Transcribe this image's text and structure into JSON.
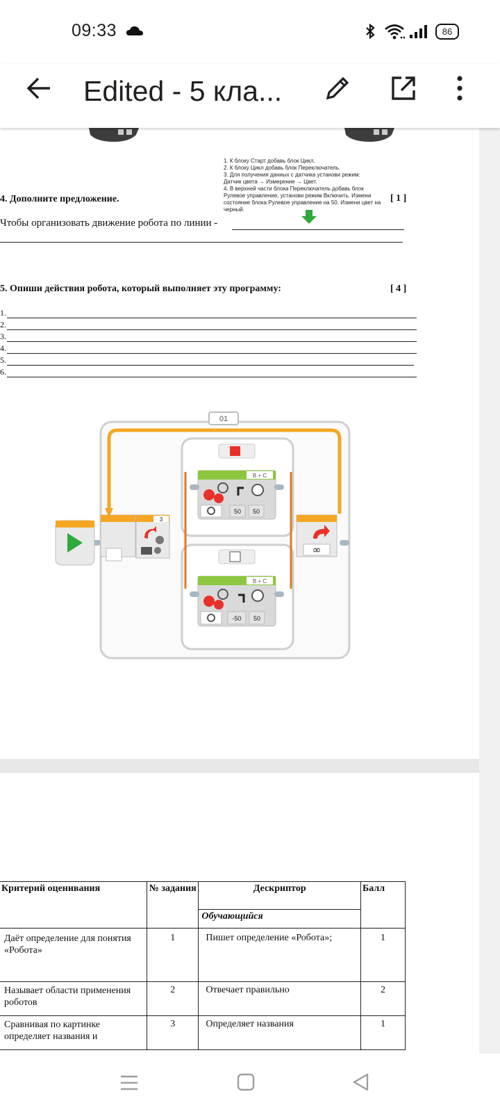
{
  "status_bar": {
    "time": "09:33",
    "battery": "86"
  },
  "app_bar": {
    "title": "Edited - 5 кла..."
  },
  "page1": {
    "instructions": [
      "1. К блоку Старт добавь блок Цикл.",
      "2. К блоку Цикл добавь блок Переключатель.",
      "3. Для получения данных с датчика установи режим:",
      "Датчик цвета → Измерение → Цвет.",
      "4. В верхней части блока Переключатель добавь блок",
      "Рулевое управление, установи режим Включить. Измени",
      "состояние блока Рулевое управление на 50. Измени цвет на",
      "черный."
    ],
    "q4_heading": "4. Дополните предложение.",
    "q4_score": "[ 1 ]",
    "q4_sentence": "Чтобы организовать движение робота по линии -",
    "q5_heading": "5. Опиши действия робота, который выполняет эту программу:",
    "q5_score": "[ 4 ]",
    "answer_lines": [
      "1.",
      "2.",
      "3.",
      "4.",
      "5.",
      "6."
    ]
  },
  "program": {
    "loop_label": "01",
    "switch_count": "3",
    "top_ports": "B + C",
    "top_steer": "50",
    "top_power": "50",
    "bottom_ports": "B + C",
    "bottom_steer": "-50",
    "bottom_power": "50",
    "loop_end_symbol": "∞",
    "colors": {
      "orange": "#f5a623",
      "orange_dark": "#e07b1c",
      "green": "#8dc63f",
      "red": "#e8312a",
      "block_gray": "#d9d9d9"
    }
  },
  "table": {
    "headers": {
      "criterion": "Критерий оценивания",
      "task_no": "№ задания",
      "descriptor": "Дескриптор",
      "score": "Балл"
    },
    "subheader": "Обучающийся",
    "rows": [
      {
        "criterion": "Даёт определение для понятия «Робота»",
        "task_no": "1",
        "descriptor": "Пишет определение «Робота»;",
        "score": "1"
      },
      {
        "criterion": "Называет области применения роботов",
        "task_no": "2",
        "descriptor": "Отвечает правильно",
        "score": "2"
      },
      {
        "criterion": "Сравнивая по картинке определяет названия и",
        "task_no": "3",
        "descriptor": "Определяет названия",
        "score": "1"
      }
    ]
  }
}
